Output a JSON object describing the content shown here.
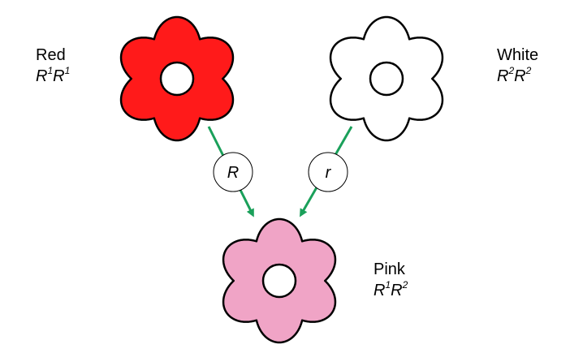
{
  "parents": {
    "red": {
      "name": "Red",
      "genotype": [
        {
          "base": "R",
          "sup": "1"
        },
        {
          "base": "R",
          "sup": "1"
        }
      ],
      "color": "#ff1a1a"
    },
    "white": {
      "name": "White",
      "genotype": [
        {
          "base": "R",
          "sup": "2"
        },
        {
          "base": "R",
          "sup": "2"
        }
      ],
      "color": "#ffffff"
    }
  },
  "offspring": {
    "pink": {
      "name": "Pink",
      "genotype": [
        {
          "base": "R",
          "sup": "1"
        },
        {
          "base": "R",
          "sup": "2"
        }
      ],
      "color": "#f0a4c6"
    }
  },
  "gametes": {
    "left": "R",
    "right": "r"
  },
  "colors": {
    "arrow": "#1aa05a",
    "outline": "#000000"
  }
}
